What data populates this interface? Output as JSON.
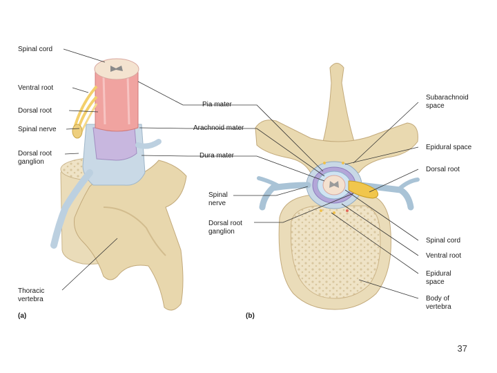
{
  "figure_a": {
    "panel_label": "(a)",
    "labels": {
      "spinal_cord": "Spinal cord",
      "ventral_root": "Ventral root",
      "dorsal_root": "Dorsal root",
      "spinal_nerve": "Spinal nerve",
      "dorsal_root_ganglion_1": "Dorsal root",
      "dorsal_root_ganglion_2": "ganglion",
      "thoracic_vertebra_1": "Thoracic",
      "thoracic_vertebra_2": "vertebra"
    }
  },
  "center_labels": {
    "pia_mater": "Pia mater",
    "arachnoid_mater": "Arachnoid mater",
    "dura_mater": "Dura mater",
    "spinal_nerve_1": "Spinal",
    "spinal_nerve_2": "nerve",
    "dorsal_root_ganglion_1": "Dorsal root",
    "dorsal_root_ganglion_2": "ganglion"
  },
  "figure_b": {
    "panel_label": "(b)",
    "labels": {
      "subarachnoid_1": "Subarachnoid",
      "subarachnoid_2": "space",
      "epidural_space_top": "Epidural space",
      "dorsal_root": "Dorsal root",
      "spinal_cord": "Spinal cord",
      "ventral_root": "Ventral root",
      "epidural_space_1": "Epidural",
      "epidural_space_2": "space",
      "body_of_vertebra_1": "Body of",
      "body_of_vertebra_2": "vertebra"
    }
  },
  "page_number": "37"
}
